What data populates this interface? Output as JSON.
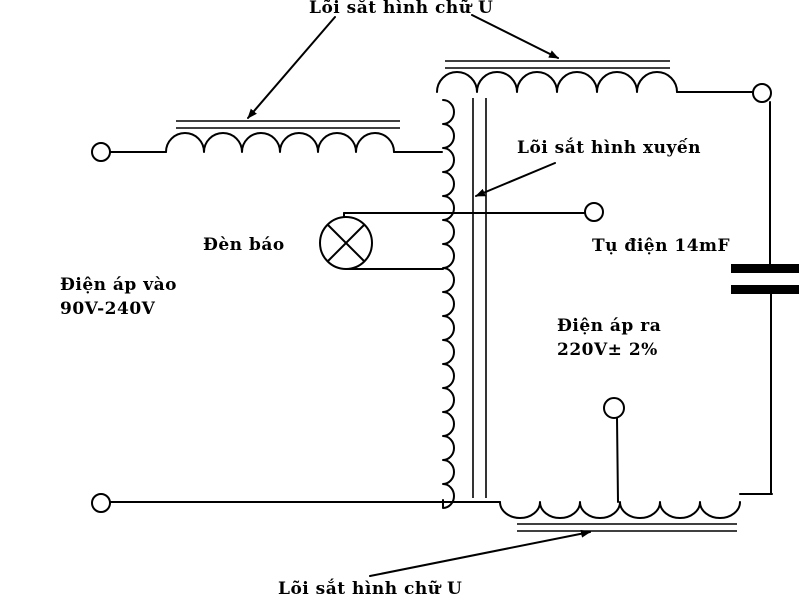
{
  "labels": {
    "u_core_top": "Lõi sắt hình chữ U",
    "toroid_core": "Lõi sắt hình xuyến",
    "indicator_lamp": "Đèn báo",
    "capacitor": "Tụ điện 14mF",
    "input_voltage_title": "Điện áp vào",
    "input_voltage_range": "90V-240V",
    "output_voltage_title": "Điện áp ra",
    "output_voltage_value": "220V± 2%",
    "u_core_bottom": "Lõi sắt hình chữ U"
  }
}
